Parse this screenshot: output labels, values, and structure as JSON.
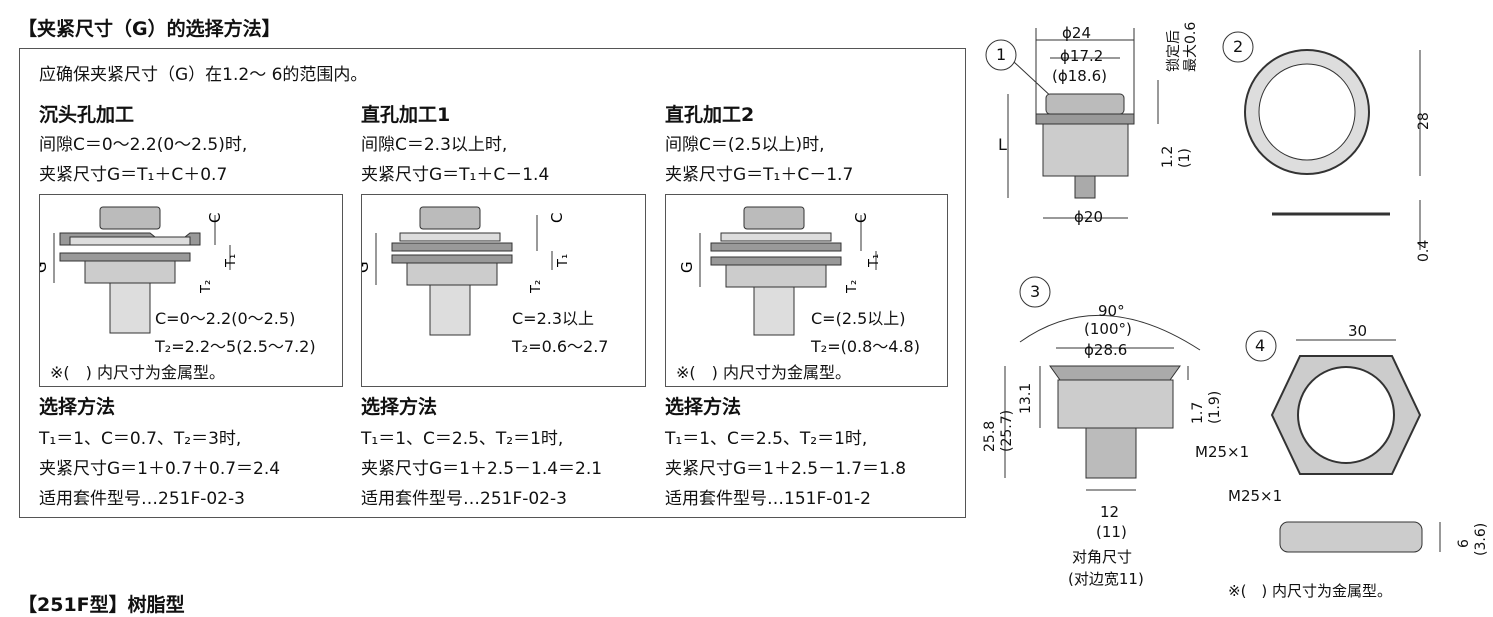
{
  "title": "【夹紧尺寸（G）的选择方法】",
  "bottom_title": "【251F型】树脂型",
  "intro": "应确保夹紧尺寸（G）在1.2～ 6的范围内。",
  "columns": [
    {
      "heading": "沉头孔加工",
      "line1": "间隙C＝0～2.2(0～2.5)时,",
      "line2": "夹紧尺寸G＝T₁＋C＋0.7",
      "fig_c": "C=0～2.2(0～2.5)",
      "fig_t2": "T₂=2.2～5(2.5～7.2)",
      "fig_note": "※(　) 内尺寸为金属型。",
      "select_heading": "选择方法",
      "sel1": "T₁＝1、C＝0.7、T₂＝3时,",
      "sel2": "夹紧尺寸G＝1＋0.7＋0.7＝2.4",
      "sel3": "适用套件型号…251F-02-3"
    },
    {
      "heading": "直孔加工1",
      "line1": "间隙C＝2.3以上时,",
      "line2": "夹紧尺寸G＝T₁＋C－1.4",
      "fig_c": "C=2.3以上",
      "fig_t2": "T₂=0.6～2.7",
      "fig_note": "",
      "select_heading": "选择方法",
      "sel1": "T₁＝1、C＝2.5、T₂＝1时,",
      "sel2": "夹紧尺寸G＝1＋2.5－1.4＝2.1",
      "sel3": "适用套件型号…251F-02-3"
    },
    {
      "heading": "直孔加工2",
      "line1": "间隙C＝(2.5以上)时,",
      "line2": "夹紧尺寸G＝T₁＋C－1.7",
      "fig_c": "C=(2.5以上)",
      "fig_t2": "T₂=(0.8～4.8)",
      "fig_note": "※(　) 内尺寸为金属型。",
      "select_heading": "选择方法",
      "sel1": "T₁＝1、C＝2.5、T₂＝1时,",
      "sel2": "夹紧尺寸G＝1＋2.5－1.7＝1.8",
      "sel3": "适用套件型号…151F-01-2"
    }
  ],
  "fig_labels": {
    "c": "C",
    "g": "G",
    "t1": "T₁",
    "t2": "T₂"
  },
  "part1": {
    "num": "1",
    "d24": "ϕ24",
    "d172": "ϕ17.2",
    "d186": "(ϕ18.6)",
    "d20": "ϕ20",
    "L": "L",
    "lock": "锁定后",
    "max": "最大0.6",
    "h12": "1.2",
    "h1": "(1)"
  },
  "part2": {
    "num": "2",
    "d28": "28",
    "t04": "0.4"
  },
  "part3": {
    "num": "3",
    "ang": "90°",
    "ang2": "(100°)",
    "d286": "ϕ28.6",
    "h258": "25.8",
    "h257": "(25.7)",
    "h131": "13.1",
    "h17": "1.7",
    "h19": "(1.9)",
    "thread": "M25×1",
    "w12": "12",
    "w11": "(11)",
    "cap1": "对角尺寸",
    "cap2": "(对边宽11)"
  },
  "part4": {
    "num": "4",
    "w30": "30",
    "thread": "M25×1",
    "h6": "6",
    "h36": "(3.6)",
    "note": "※(　) 内尺寸为金属型。"
  }
}
